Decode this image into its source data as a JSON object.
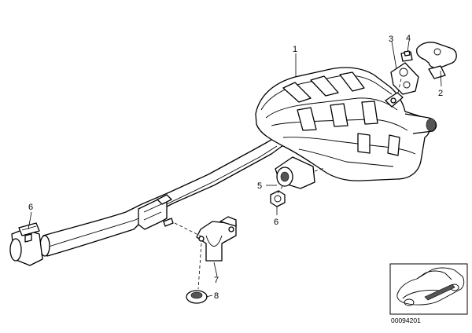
{
  "diagram_code": "00094201",
  "callouts": {
    "c1": "1",
    "c2": "2",
    "c3": "3",
    "c4": "4",
    "c5": "5",
    "c6a": "6",
    "c6b": "6",
    "c7": "7",
    "c8": "8"
  }
}
